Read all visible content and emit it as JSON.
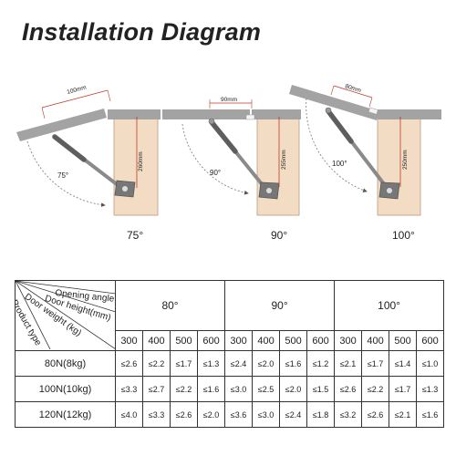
{
  "title": "Installation Diagram",
  "diagrams": [
    {
      "angle_caption": "75°",
      "dim_horizontal": "100mm",
      "dim_vertical": "260mm",
      "arc_label": "75°"
    },
    {
      "angle_caption": "90°",
      "dim_horizontal": "90mm",
      "dim_vertical": "255mm",
      "arc_label": "90°"
    },
    {
      "angle_caption": "100°",
      "dim_horizontal": "80mm",
      "dim_vertical": "250mm",
      "arc_label": "100°"
    }
  ],
  "table": {
    "header_labels": {
      "opening_angle": "Opening angle",
      "door_height": "Door height(mm)",
      "door_weight": "Door weight (kg)",
      "product_type": "Product type"
    },
    "angles": [
      "80°",
      "90°",
      "100°"
    ],
    "heights": [
      "300",
      "400",
      "500",
      "600",
      "300",
      "400",
      "500",
      "600",
      "300",
      "400",
      "500",
      "600"
    ],
    "rows": [
      {
        "type": "80N(8kg)",
        "values": [
          "≤2.6",
          "≤2.2",
          "≤1.7",
          "≤1.3",
          "≤2.4",
          "≤2.0",
          "≤1.6",
          "≤1.2",
          "≤2.1",
          "≤1.7",
          "≤1.4",
          "≤1.0"
        ]
      },
      {
        "type": "100N(10kg)",
        "values": [
          "≤3.3",
          "≤2.7",
          "≤2.2",
          "≤1.6",
          "≤3.0",
          "≤2.5",
          "≤2.0",
          "≤1.5",
          "≤2.6",
          "≤2.2",
          "≤1.7",
          "≤1.3"
        ]
      },
      {
        "type": "120N(12kg)",
        "values": [
          "≤4.0",
          "≤3.3",
          "≤2.6",
          "≤2.0",
          "≤3.6",
          "≤3.0",
          "≤2.4",
          "≤1.8",
          "≤3.2",
          "≤2.6",
          "≤2.1",
          "≤1.6"
        ]
      }
    ]
  },
  "colors": {
    "cabinet": "#f3dcc4",
    "cabinet_stroke": "#b89c80",
    "door": "#a3a3a3",
    "strut": "#8a8a8a",
    "dim_red": "#c0392b"
  }
}
